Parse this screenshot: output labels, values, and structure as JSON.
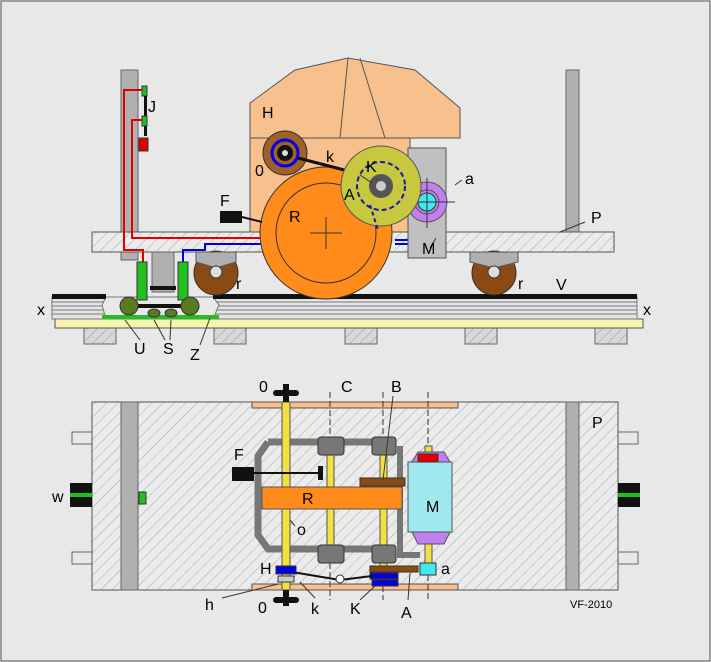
{
  "labels": {
    "J": "J",
    "H": "H",
    "zero": "0",
    "k": "k",
    "K": "K",
    "A": "A",
    "a": "a",
    "F": "F",
    "R": "R",
    "P": "P",
    "M": "M",
    "r": "r",
    "V": "V",
    "x": "x",
    "U": "U",
    "S": "S",
    "Z": "Z",
    "C": "C",
    "B": "B",
    "w": "w",
    "o": "o",
    "h": "h"
  },
  "credit": "VF-2010",
  "colors": {
    "background": "#e8e8e8",
    "body_orange": "#f8c08c",
    "drum_orange": "#ff8c1a",
    "wheel_brown": "#8b4a14",
    "gear_olive": "#c8c840",
    "motor_cyan": "#a0e8f0",
    "motor_purple": "#c080f0",
    "frame_grey": "#b0b0b0",
    "shaft_yellow": "#f0e040",
    "wire_red": "#e00000",
    "wire_blue": "#0000e0",
    "insulator_green": "#20c020"
  }
}
